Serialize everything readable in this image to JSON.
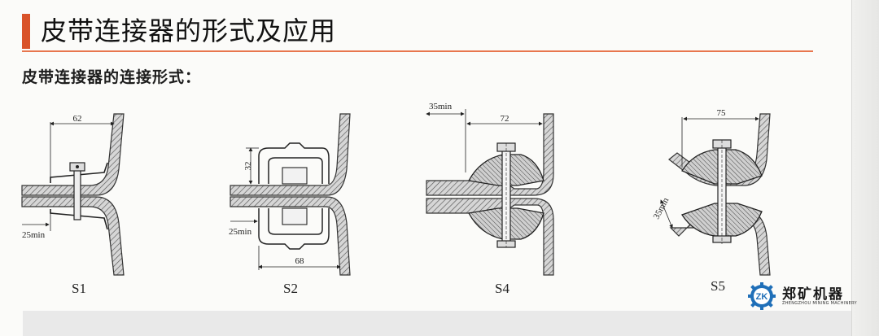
{
  "header": {
    "title": "皮带连接器的形式及应用",
    "subtitle": "皮带连接器的连接形式："
  },
  "colors": {
    "accent": "#d9532a",
    "rule": "#e8764e",
    "logo_blue": "#1f6fb8"
  },
  "diagrams": [
    {
      "label": "S1",
      "dims": [
        "62",
        "25min"
      ]
    },
    {
      "label": "S2",
      "dims": [
        "32",
        "25min",
        "68"
      ]
    },
    {
      "label": "S4",
      "dims": [
        "35min",
        "72"
      ]
    },
    {
      "label": "S5",
      "dims": [
        "75",
        "35min"
      ]
    }
  ],
  "brand": {
    "logo_icon": "zk-gear-logo-icon",
    "logo_text": "ZK",
    "name": "郑矿机器",
    "subtitle": "ZHENGZHOU MINING MACHINERY"
  }
}
